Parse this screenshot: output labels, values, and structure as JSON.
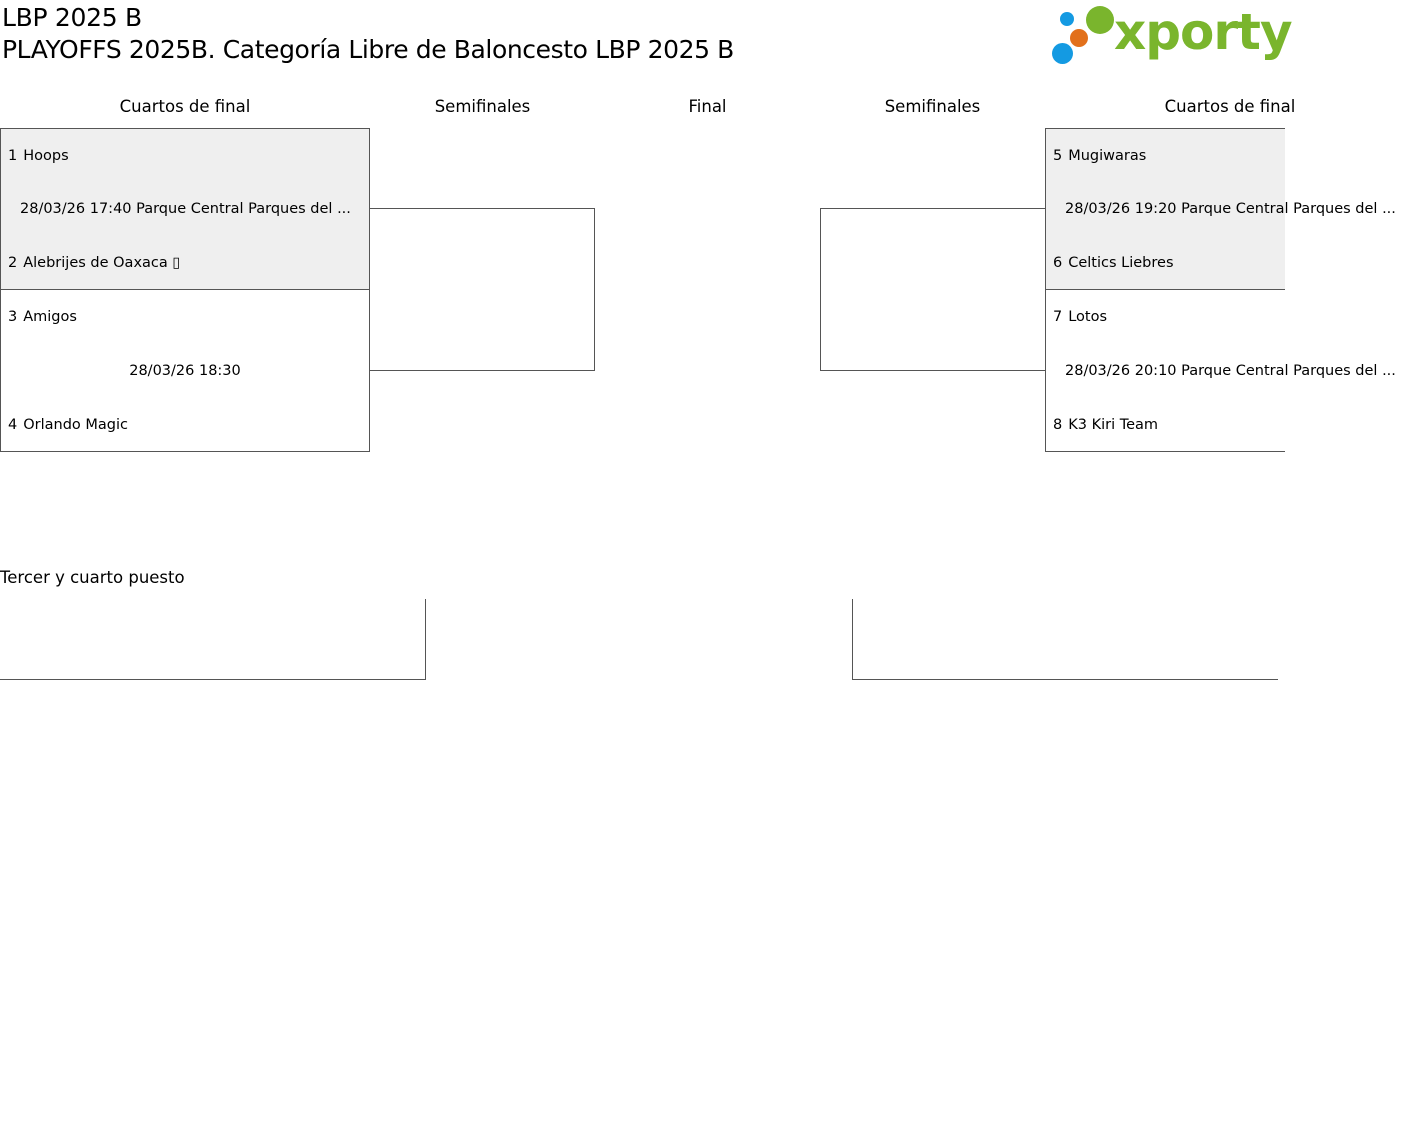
{
  "header": {
    "title": "LBP 2025 B",
    "subtitle": "PLAYOFFS 2025B. Categoría Libre de Baloncesto LBP 2025 B"
  },
  "logo": {
    "text": "xporty",
    "colors": {
      "text": "#7ab52d",
      "dot_green": "#7ab52d",
      "dot_orange": "#e2701b",
      "dot_blue": "#149ae2"
    }
  },
  "columns": {
    "left_quarter": "Cuartos de final",
    "left_semi": "Semifinales",
    "final": "Final",
    "right_semi": "Semifinales",
    "right_quarter": "Cuartos de final"
  },
  "left_matches": [
    {
      "home": {
        "seed": "1",
        "name": "Hoops"
      },
      "info": "28/03/26 17:40 Parque Central Parques del ...",
      "away": {
        "seed": "2",
        "name": "Alebrijes de Oaxaca ▯"
      }
    },
    {
      "home": {
        "seed": "3",
        "name": "Amigos"
      },
      "info": "28/03/26 18:30",
      "away": {
        "seed": "4",
        "name": "Orlando Magic"
      }
    }
  ],
  "right_matches": [
    {
      "home": {
        "seed": "5",
        "name": "Mugiwaras"
      },
      "info": "28/03/26 19:20 Parque Central Parques del ...",
      "away": {
        "seed": "6",
        "name": "Celtics Liebres"
      }
    },
    {
      "home": {
        "seed": "7",
        "name": "Lotos"
      },
      "info": "28/03/26 20:10 Parque Central Parques del ...",
      "away": {
        "seed": "8",
        "name": "K3 Kiri Team"
      }
    }
  ],
  "third_place": {
    "title": "Tercer y cuarto puesto"
  }
}
